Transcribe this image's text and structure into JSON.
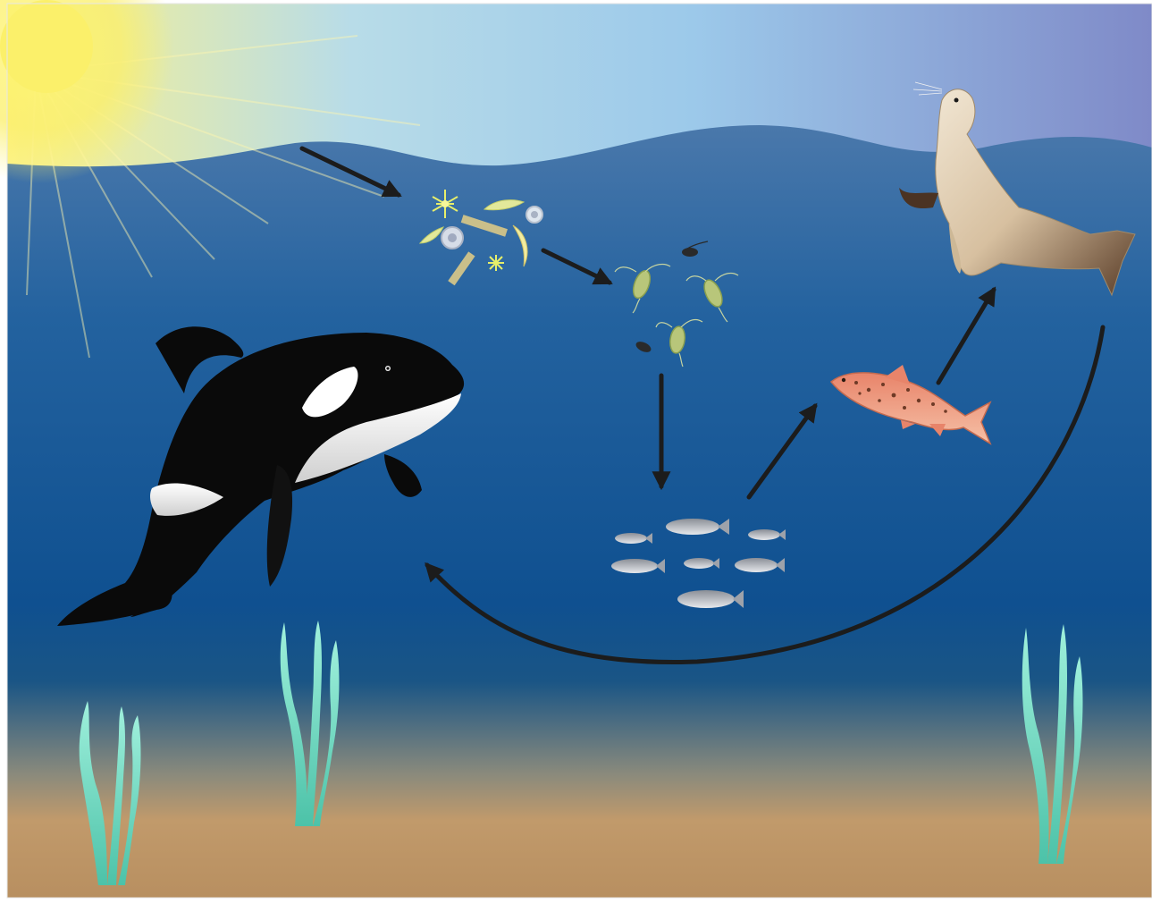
{
  "diagram": {
    "kind": "marine food web",
    "labels": [],
    "nodes": [
      {
        "id": "sun",
        "icon": "sun-icon"
      },
      {
        "id": "phytoplankton",
        "icon": "phytoplankton-icon"
      },
      {
        "id": "zooplankton",
        "icon": "zooplankton-icon"
      },
      {
        "id": "small-fish-school",
        "icon": "small-fish-school-icon"
      },
      {
        "id": "trout",
        "icon": "spotted-fish-icon"
      },
      {
        "id": "sea-lion",
        "icon": "sea-lion-icon"
      },
      {
        "id": "orca",
        "icon": "orca-icon"
      }
    ],
    "flows": [
      {
        "from": "sun",
        "to": "phytoplankton"
      },
      {
        "from": "phytoplankton",
        "to": "zooplankton"
      },
      {
        "from": "zooplankton",
        "to": "small-fish-school"
      },
      {
        "from": "small-fish-school",
        "to": "trout"
      },
      {
        "from": "trout",
        "to": "sea-lion"
      },
      {
        "from": "sea-lion",
        "to": "orca"
      }
    ]
  },
  "colors": {
    "sky_left": "#fdf38a",
    "sky_mid": "#9cc9ea",
    "sky_right": "#7f8ac8",
    "water_top": "#4574a8",
    "water_deep": "#0f4f8f",
    "sand": "#c19a6b",
    "seaweed": "#6fd9bf",
    "arrow": "#1c1c1c"
  }
}
